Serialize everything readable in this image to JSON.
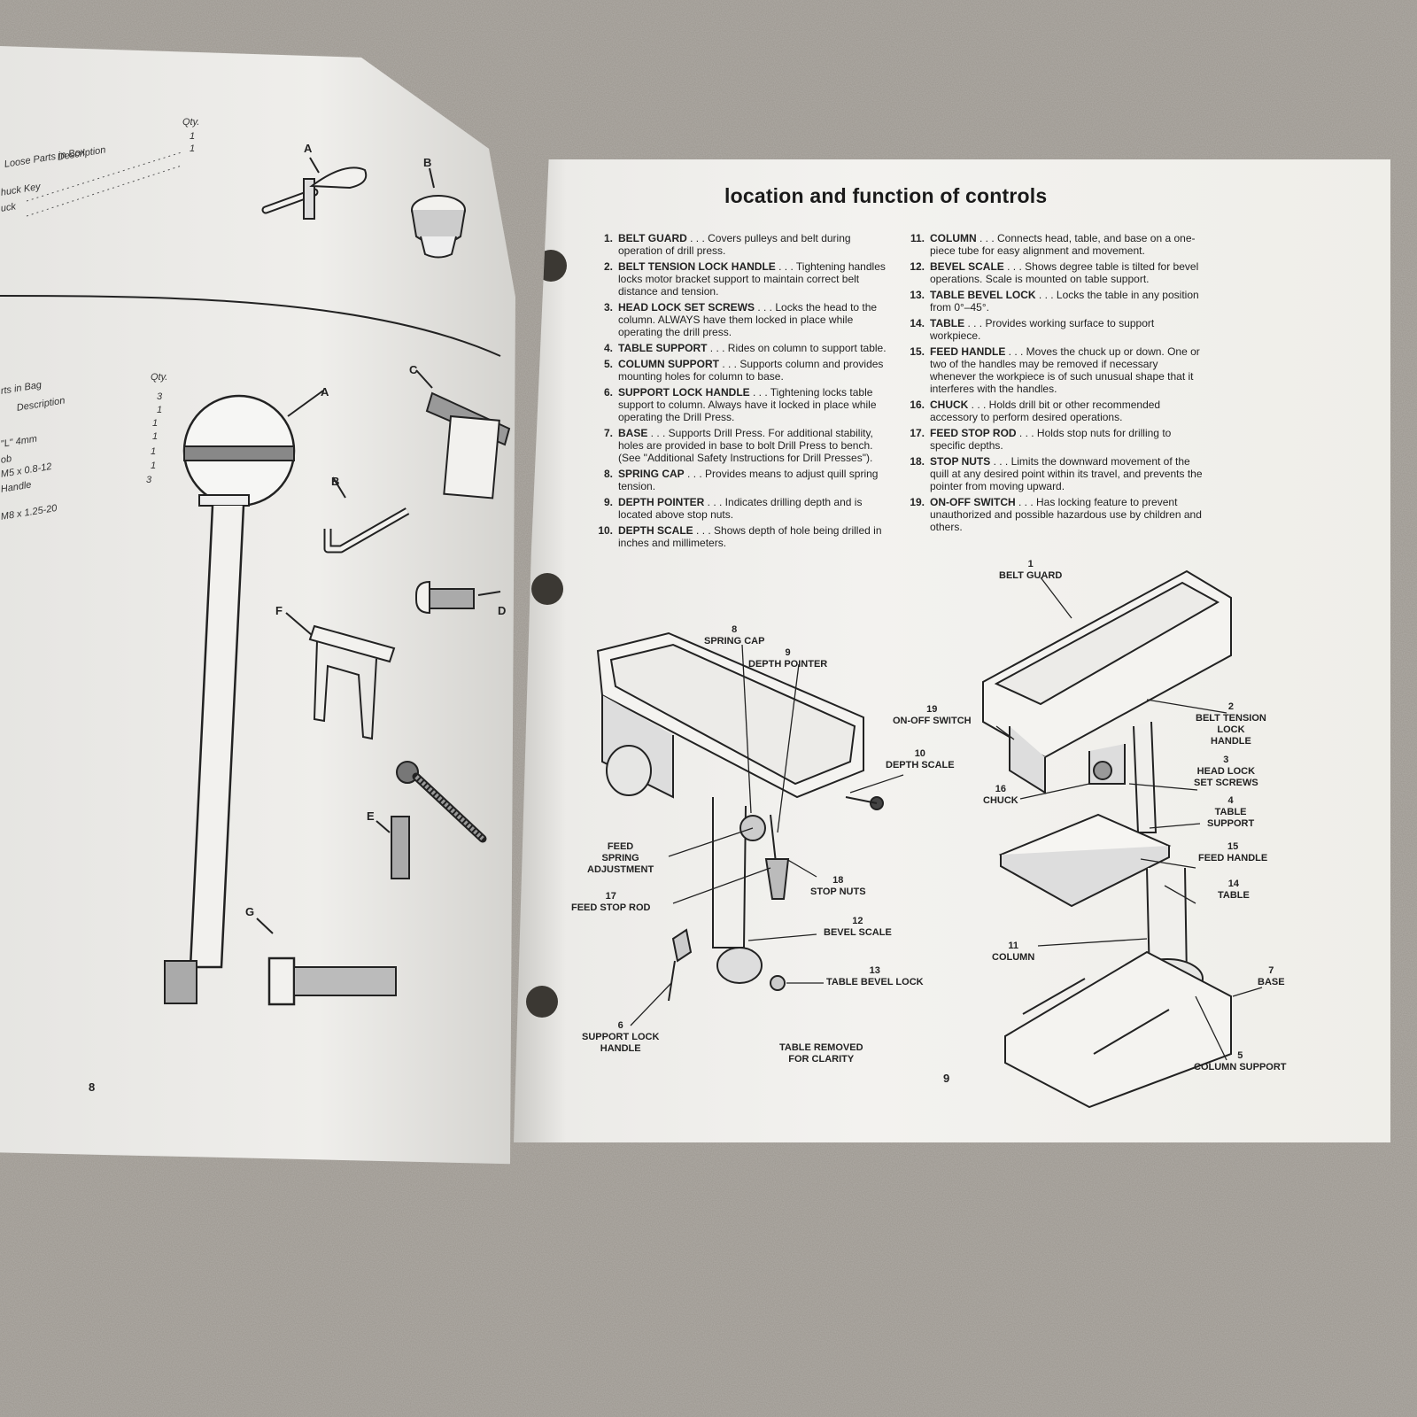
{
  "left_page": {
    "box_header": "Loose Parts in Box",
    "box_desc_header": "Description",
    "box_qty_header": "Qty.",
    "box_rows": [
      {
        "desc": "huck Key",
        "qty": "1"
      },
      {
        "desc": "uck",
        "qty": "1"
      }
    ],
    "bag_header": "rts in Bag",
    "bag_desc_header": "Description",
    "bag_qty_header": "Qty.",
    "bag_rows": [
      {
        "desc": "",
        "qty": "3"
      },
      {
        "desc": "",
        "qty": "1"
      },
      {
        "desc": "\"L\" 4mm",
        "qty": "1"
      },
      {
        "desc": "ob",
        "qty": "1"
      },
      {
        "desc": "M5 x 0.8-12",
        "qty": "1"
      },
      {
        "desc": "Handle",
        "qty": "1"
      },
      {
        "desc": "M8 x 1.25-20",
        "qty": "3"
      }
    ],
    "part_labels": {
      "A1": "A",
      "B1": "B",
      "A2": "A",
      "B2": "B",
      "C": "C",
      "D": "D",
      "E": "E",
      "F": "F",
      "G": "G"
    },
    "page_number": "8"
  },
  "right_page": {
    "title": "location and function of controls",
    "controls_left": [
      {
        "num": "1.",
        "name": "BELT GUARD",
        "desc": " . . . Covers pulleys and belt during operation of drill press."
      },
      {
        "num": "2.",
        "name": "BELT TENSION LOCK HANDLE",
        "desc": " . . . Tightening handles locks motor bracket support to maintain correct belt distance and tension."
      },
      {
        "num": "3.",
        "name": "HEAD LOCK SET SCREWS",
        "desc": " . . . Locks the head to the column. ALWAYS have them locked in place while operating the drill press."
      },
      {
        "num": "4.",
        "name": "TABLE SUPPORT",
        "desc": " . . . Rides on column to support table."
      },
      {
        "num": "5.",
        "name": "COLUMN SUPPORT",
        "desc": " . . . Supports column and provides mounting holes for column to base."
      },
      {
        "num": "6.",
        "name": "SUPPORT LOCK HANDLE",
        "desc": " . . . Tightening locks table support to column. Always have it locked in place while operating the Drill Press."
      },
      {
        "num": "7.",
        "name": "BASE",
        "desc": " . . . Supports Drill Press. For additional stability, holes are provided in base to bolt Drill Press to bench. (See \"Additional Safety Instructions for Drill Presses\")."
      },
      {
        "num": "8.",
        "name": "SPRING CAP",
        "desc": " . . . Provides means to adjust quill spring tension."
      },
      {
        "num": "9.",
        "name": "DEPTH POINTER",
        "desc": " . . . Indicates drilling depth and is located above stop nuts."
      },
      {
        "num": "10.",
        "name": "DEPTH SCALE",
        "desc": " . . . Shows depth of hole being drilled in inches and millimeters."
      }
    ],
    "controls_right": [
      {
        "num": "11.",
        "name": "COLUMN",
        "desc": " . . . Connects head, table, and base on a one-piece tube for easy alignment and movement."
      },
      {
        "num": "12.",
        "name": "BEVEL SCALE",
        "desc": " . . . Shows degree table is tilted for bevel operations. Scale is mounted on table support."
      },
      {
        "num": "13.",
        "name": "TABLE BEVEL LOCK",
        "desc": " . . . Locks the table in any position from 0°–45°."
      },
      {
        "num": "14.",
        "name": "TABLE",
        "desc": " . . . Provides working surface to support workpiece."
      },
      {
        "num": "15.",
        "name": "FEED HANDLE",
        "desc": " . . . Moves the chuck up or down. One or two of the handles may be removed if necessary whenever the workpiece is of such unusual shape that it interferes with the handles."
      },
      {
        "num": "16.",
        "name": "CHUCK",
        "desc": " . . . Holds drill bit or other recommended accessory to perform desired operations."
      },
      {
        "num": "17.",
        "name": "FEED STOP ROD",
        "desc": " . . . Holds stop nuts for drilling to specific depths."
      },
      {
        "num": "18.",
        "name": "STOP NUTS",
        "desc": " . . . Limits the downward movement of the quill at any desired point within its travel, and prevents the pointer from moving upward."
      },
      {
        "num": "19.",
        "name": "ON-OFF SWITCH",
        "desc": " . . . Has locking feature to prevent unauthorized and possible hazardous use by children and others."
      }
    ],
    "diagram_labels": {
      "spring_cap": "8\nSPRING CAP",
      "depth_pointer": "9\nDEPTH POINTER",
      "depth_scale": "10\nDEPTH SCALE",
      "feed_spring": "FEED\nSPRING\nADJUSTMENT",
      "feed_stop_rod": "17\nFEED STOP ROD",
      "stop_nuts": "18\nSTOP NUTS",
      "bevel_scale": "12\nBEVEL SCALE",
      "table_bevel_lock": "13\nTABLE BEVEL LOCK",
      "support_lock": "6\nSUPPORT LOCK\nHANDLE",
      "table_removed": "TABLE REMOVED\nFOR CLARITY",
      "belt_guard": "1\nBELT GUARD",
      "on_off": "19\nON-OFF SWITCH",
      "belt_tension": "2\nBELT TENSION\nLOCK\nHANDLE",
      "head_lock": "3\nHEAD LOCK\nSET SCREWS",
      "chuck": "16\nCHUCK",
      "table_support": "4\nTABLE\nSUPPORT",
      "feed_handle": "15\nFEED HANDLE",
      "table": "14\nTABLE",
      "column": "11\nCOLUMN",
      "base": "7\nBASE",
      "column_support": "5\nCOLUMN SUPPORT"
    },
    "page_number": "9"
  }
}
